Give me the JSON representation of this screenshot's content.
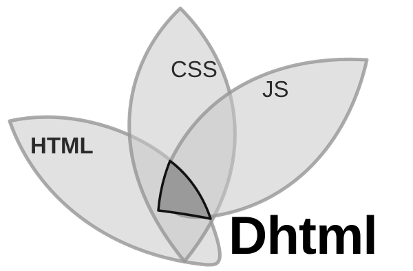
{
  "diagram": {
    "sets": [
      {
        "id": "html",
        "label": "HTML"
      },
      {
        "id": "css",
        "label": "CSS"
      },
      {
        "id": "js",
        "label": "JS"
      }
    ],
    "intersection": {
      "highlighted": true
    },
    "title": "Dhtml",
    "colors": {
      "petal_fill": "#cfcfcf",
      "petal_stroke": "#969696",
      "core_fill": "#9a9a9a",
      "core_stroke": "#111111",
      "title": "#000000"
    }
  }
}
